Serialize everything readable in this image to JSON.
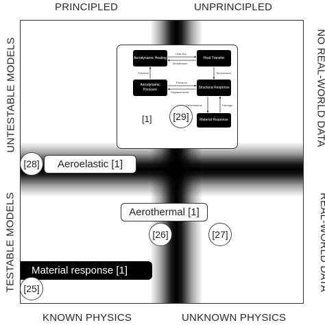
{
  "axes": {
    "top_left": "PRINCIPLED",
    "top_right": "UNPRINCIPLED",
    "bottom_left": "KNOWN PHYSICS",
    "bottom_right": "UNKNOWN PHYSICS",
    "left_top": "UNTESTABLE MODELS",
    "left_bottom": "TESTABLE MODELS",
    "right_top": "NO REAL-WORLD DATA",
    "right_bottom": "REAL-WORLD DATA"
  },
  "inset": {
    "nodes": {
      "aero_heating": "Aerodynamic Heating",
      "heat_transfer": "Heat Transfer",
      "aero_pressure": "Aerodynamic Pressure",
      "structural_response": "Structural Response",
      "material_response": "Material Response"
    },
    "edges": {
      "heat_flux": "Heat flux",
      "temperature_top": "Temperature",
      "pressure_left": "Pressure",
      "temperature_right": "Temperature",
      "pressure_mid": "Pressure",
      "displacements": "Displacements",
      "deformations": "Deformations",
      "damage": "Damage"
    },
    "ref": "[1]",
    "circle_ref": "[29]"
  },
  "items": {
    "aeroelastic_label": "Aeroelastic [1]",
    "aeroelastic_ref": "[28]",
    "aerothermal_label": "Aerothermal [1]",
    "aerothermal_ref_a": "[26]",
    "aerothermal_ref_b": "[27]",
    "material_label": "Material response [1]",
    "material_ref": "[25]"
  }
}
